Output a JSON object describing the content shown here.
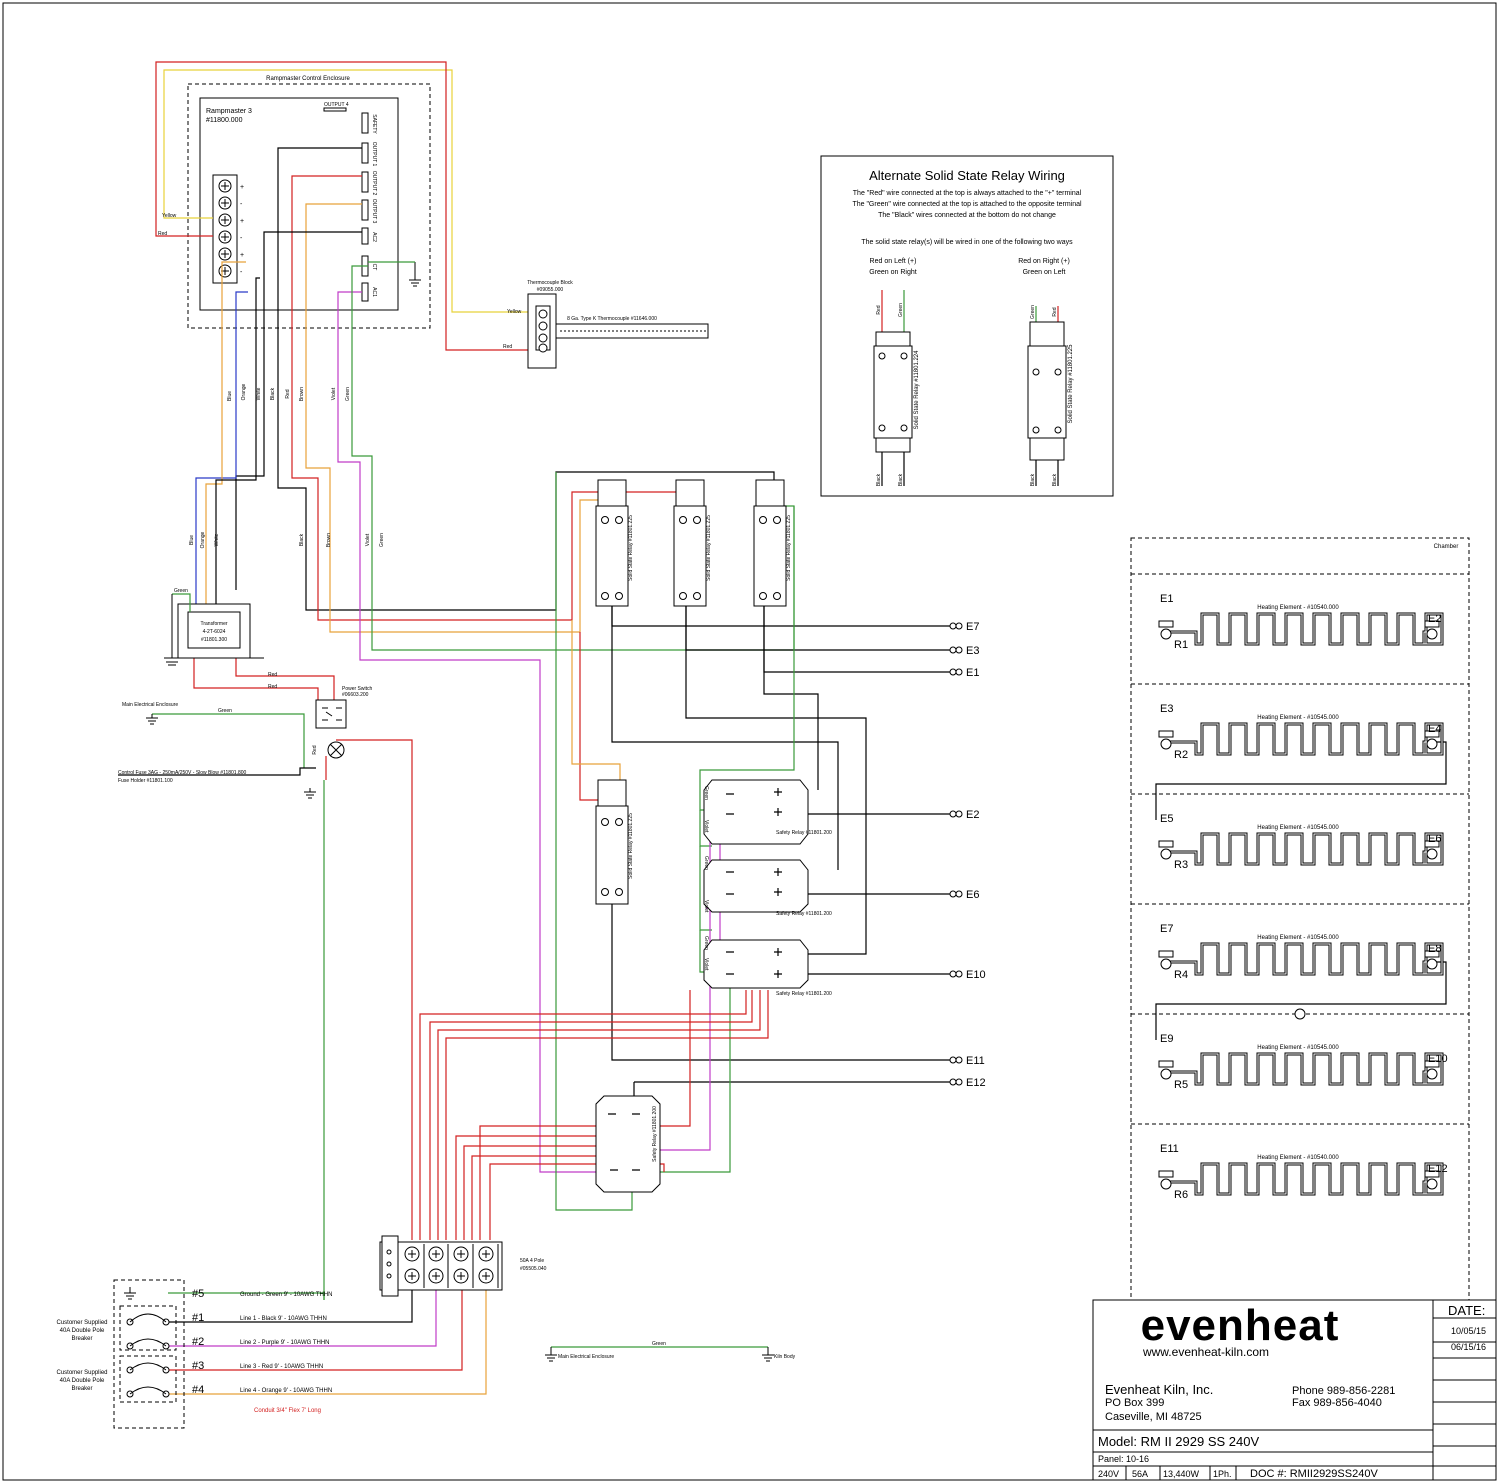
{
  "controller": {
    "enclosure_label": "Rampmaster Control Enclosure",
    "name": "Rampmaster 3",
    "part": "#11800.000",
    "output_label": "OUTPUT 4",
    "terminals": [
      "SAFETY",
      "OUTPUT 1",
      "OUTPUT 2",
      "OUTPUT 3",
      "AC2",
      "CT",
      "AC1"
    ],
    "plus_minus": [
      "+",
      "-",
      "+",
      "-",
      "+",
      "-"
    ],
    "wire_yellow": "Yellow",
    "wire_red": "Red"
  },
  "thermocouple": {
    "block_label": "Thermocouple Block",
    "block_part": "#09055.000",
    "tc_label": "8 Ga. Type K Thermocouple #11646.000",
    "wire_yellow": "Yellow",
    "wire_red": "Red"
  },
  "harness": {
    "upper": [
      "Blue",
      "Orange",
      "White",
      "Black",
      "Red",
      "Brown",
      "Violet",
      "Green"
    ],
    "lower": [
      "Blue",
      "Orange",
      "White",
      "Black",
      "Brown",
      "Violet",
      "Green"
    ]
  },
  "transformer": {
    "label": "Transformer",
    "part_a": "4-2T-6024",
    "part_b": "#11801.300",
    "wire_green": "Green"
  },
  "power_switch": {
    "label": "Power Switch",
    "part": "#06603.200",
    "wire_red_1": "Red",
    "wire_red_2": "Red",
    "wire_red_3": "Red"
  },
  "main_enclosure": {
    "label": "Main Electrical Enclosure",
    "wire_green": "Green"
  },
  "fuse": {
    "line1": "Control Fuse 3AG - 250mA/250V - Slow Blow #11801.800",
    "line2": "Fuse Holder #11801.100"
  },
  "alt_wiring": {
    "title": "Alternate Solid State Relay Wiring",
    "line1": "The \"Red\" wire connected at the top is always attached to the \"+\" terminal",
    "line2": "The \"Green\" wire connected at the top is attached to the opposite terminal",
    "line3": "The \"Black\" wires connected at the bottom do not change",
    "line4": "The solid state relay(s) will be wired in one of the following two ways",
    "left_caption_1": "Red on Left (+)",
    "left_caption_2": "Green on Right",
    "right_caption_1": "Red on Right (+)",
    "right_caption_2": "Green on Left",
    "left_relay": "Solid State Relay #11801.224",
    "right_relay": "Solid State Relay #11801.225",
    "wire_red": "Red",
    "wire_green": "Green",
    "wire_black": "Black"
  },
  "ssr_label": "Solid State Relay #11801.225",
  "safety_relay_label": "Safety Relay #11801.200",
  "relay_wire_green": "Green",
  "relay_wire_violet": "Violet",
  "element_terminals": [
    "E7",
    "E3",
    "E1",
    "E2",
    "E6",
    "E10",
    "E11",
    "E12"
  ],
  "chamber": {
    "label": "Chamber",
    "elements": [
      {
        "left": "E1",
        "right": "E2",
        "r": "R1",
        "part": "Heating Element - #10540.000"
      },
      {
        "left": "E3",
        "right": "E4",
        "r": "R2",
        "part": "Heating Element - #10545.000"
      },
      {
        "left": "E5",
        "right": "E6",
        "r": "R3",
        "part": "Heating Element - #10545.000"
      },
      {
        "left": "E7",
        "right": "E8",
        "r": "R4",
        "part": "Heating Element - #10545.000"
      },
      {
        "left": "E9",
        "right": "E10",
        "r": "R5",
        "part": "Heating Element - #10545.000"
      },
      {
        "left": "E11",
        "right": "E12",
        "r": "R6",
        "part": "Heating Element - #10540.000"
      }
    ]
  },
  "terminal_block": {
    "label": "50A 4 Pole",
    "part": "#05505.040"
  },
  "supply": {
    "breaker_1": [
      "Customer Supplied",
      "40A Double Pole",
      "Breaker"
    ],
    "breaker_2": [
      "Customer Supplied",
      "40A Double Pole",
      "Breaker"
    ],
    "lines": [
      {
        "num": "#5",
        "text": "Ground - Green 9' - 10AWG THHN"
      },
      {
        "num": "#1",
        "text": "Line 1 - Black 9' - 10AWG THHN"
      },
      {
        "num": "#2",
        "text": "Line 2 - Purple 9' - 10AWG THHN"
      },
      {
        "num": "#3",
        "text": "Line 3 - Red 9' - 10AWG THHN"
      },
      {
        "num": "#4",
        "text": "Line 4 - Orange 9' - 10AWG THHN"
      }
    ],
    "conduit": "Conduit 3/4\" Flex 7' Long"
  },
  "ground_bond": {
    "left": "Main Electrical Enclosure",
    "right": "Kiln Body",
    "wire": "Green"
  },
  "title_block": {
    "logo": "evenheat",
    "url": "www.evenheat-kiln.com",
    "company": "Evenheat Kiln, Inc.",
    "address1": "PO Box 399",
    "address2": "Caseville, MI 48725",
    "phone": "Phone 989-856-2281",
    "fax": "Fax 989-856-4040",
    "date_label": "DATE:",
    "dates": [
      "10/05/15",
      "06/15/16"
    ],
    "model": "Model: RM II 2929 SS 240V",
    "panel": "Panel: 10-16",
    "specs": [
      "240V",
      "56A",
      "13,440W",
      "1Ph."
    ],
    "doc": "DOC #: RMII2929SS240V"
  },
  "colors": {
    "red": "#d32020",
    "green": "#3a9a3a",
    "orange": "#e8a23a",
    "yellow": "#e8d23a",
    "blue": "#2a3ac8",
    "violet": "#c03cc8",
    "brown": "#b0602a",
    "black": "#000000"
  }
}
